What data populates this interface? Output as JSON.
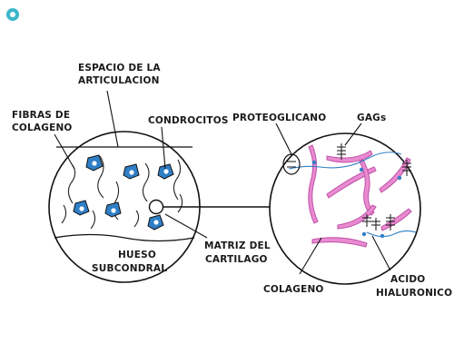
{
  "labels": {
    "espacio_line1": "ESPACIO DE LA",
    "espacio_line2": "ARTICULACION",
    "fibras_line1": "FIBRAS DE",
    "fibras_line2": "COLAGENO",
    "condrocitos": "CONDROCITOS",
    "hueso_line1": "HUESO",
    "hueso_line2": "SUBCONDRAL",
    "matriz_line1": "MATRIZ DEL",
    "matriz_line2": "CARTILAGO",
    "proteoglicano": "PROTEOGLICANO",
    "gags": "GAGs",
    "colageno": "COLAGENO",
    "acido_line1": "ACIDO",
    "acido_line2": "HIALURONICO"
  },
  "logo": {
    "color": "#3cb6c9"
  },
  "colors": {
    "outline": "#111111",
    "cell_fill": "#2f7fc6",
    "nucleus": "#ffffff",
    "collagen_fill": "#e98bd0",
    "collagen_stroke": "#c050a8",
    "node": "#2f7fc6"
  }
}
